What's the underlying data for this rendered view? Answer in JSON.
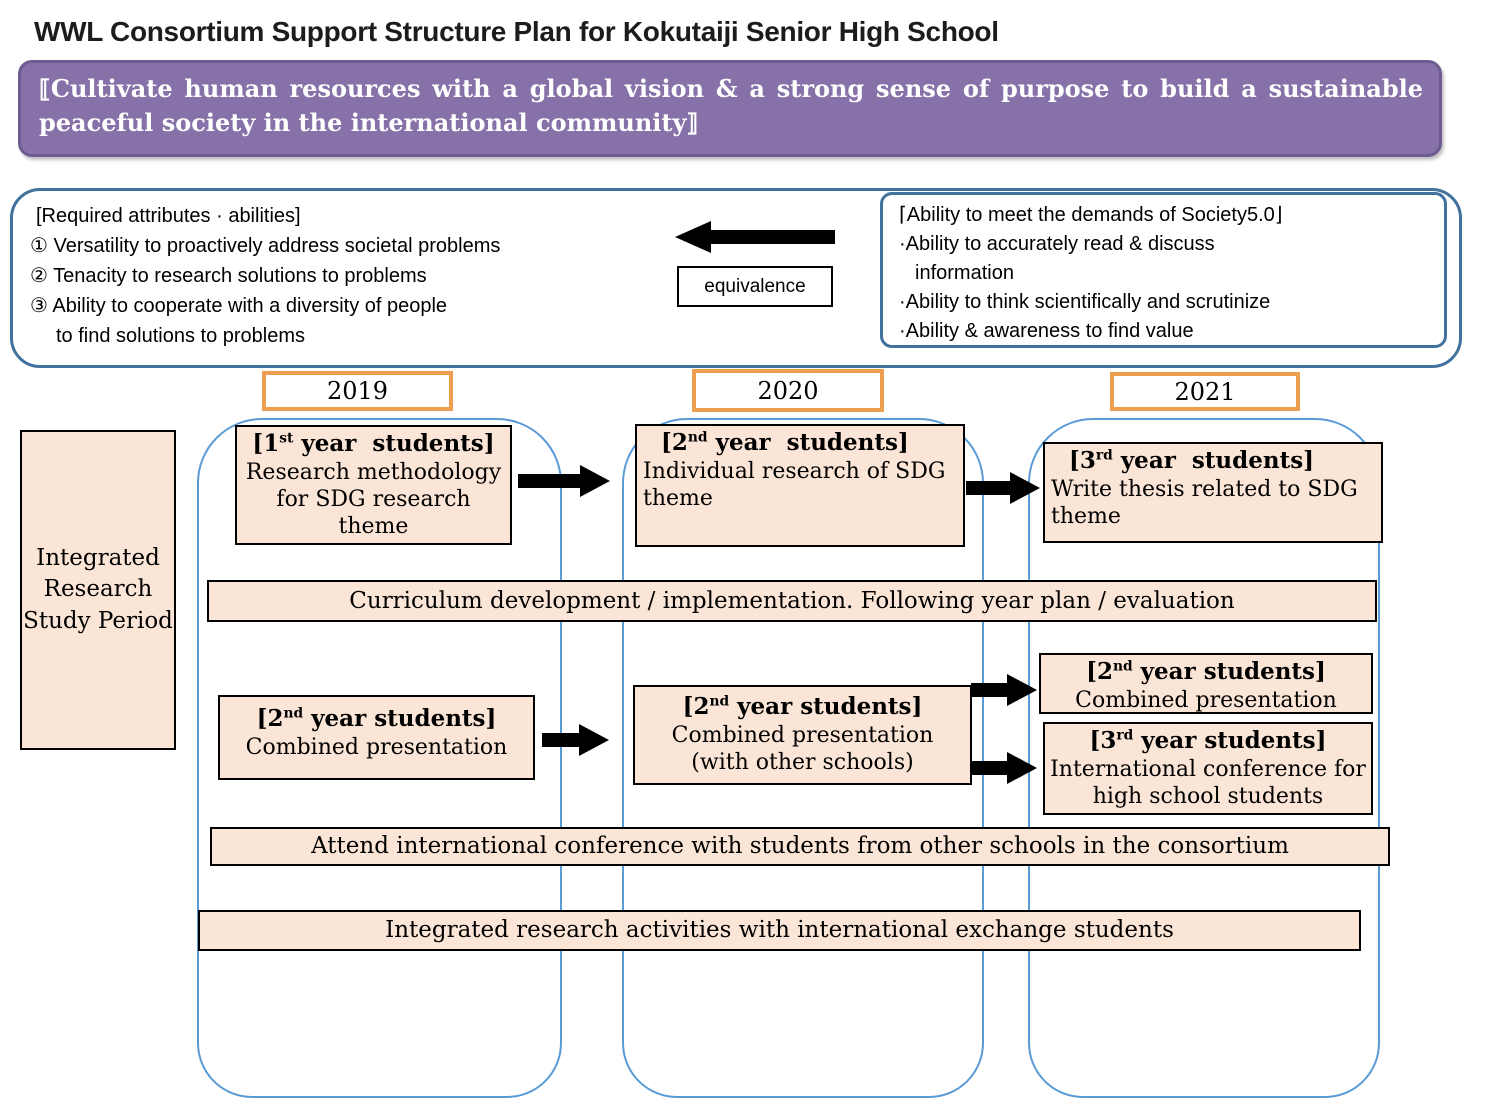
{
  "page_title": "WWL Consortium Support Structure Plan for Kokutaiji Senior High School",
  "banner_text": "『Cultivate human resources with a global vision & a strong sense of purpose to build a sustainable peaceful society in the international community』",
  "required_box": {
    "heading": "【Required attributes ・ abilities】",
    "items": [
      "① Versatility to proactively address societal problems",
      "② Tenacity to research solutions to problems",
      "③ Ability to cooperate with a diversity of people",
      "to find solutions to problems"
    ]
  },
  "equivalence_label": "equivalence",
  "society_box": {
    "heading": "「Ability to meet the demands of Society5.0」",
    "items": [
      "・Ability to accurately read & discuss",
      "information",
      "・Ability to think scientifically and scrutinize",
      "・Ability & awareness to find value"
    ]
  },
  "years": [
    "2019",
    "2020",
    "2021"
  ],
  "left_panel_lines": [
    "Integrated",
    "Research",
    "Study Period"
  ],
  "boxes": {
    "y1_top": {
      "pre": "［1",
      "sup": "st",
      "post": " year  students］",
      "lines": [
        "Research methodology",
        "for SDG research",
        "theme"
      ]
    },
    "y2_top": {
      "pre": "［2",
      "sup": "nd",
      "post": " year  students］",
      "lines": [
        "Individual research of SDG",
        "theme"
      ]
    },
    "y3_top": {
      "pre": "［3",
      "sup": "rd",
      "post": " year  students］",
      "lines": [
        "Write thesis related to SDG",
        "theme"
      ]
    },
    "y1_mid": {
      "pre": "［2",
      "sup": "nd",
      "post": " year students］",
      "lines": [
        "Combined presentation"
      ]
    },
    "y2_mid": {
      "pre": "［2",
      "sup": "nd",
      "post": " year students］",
      "lines": [
        "Combined presentation",
        "（with other schools）"
      ]
    },
    "y3_mid_a": {
      "pre": "［2",
      "sup": "nd",
      "post": " year students］",
      "lines": [
        "Combined presentation"
      ]
    },
    "y3_mid_b": {
      "pre": "［3",
      "sup": "rd",
      "post": " year students］",
      "lines": [
        "International conference for",
        "high school students"
      ]
    }
  },
  "bars": [
    "Curriculum development / implementation. Following year plan / evaluation",
    "Attend international conference with students from other schools in the consortium",
    "Integrated research activities with international exchange students"
  ],
  "colors": {
    "banner_purple": "#8672a8",
    "container_blue": "#41719c",
    "column_blue": "#5b9bd5",
    "year_orange": "#ed9e50",
    "box_peach": "#fbe5d6",
    "arrow_black": "#000000"
  }
}
